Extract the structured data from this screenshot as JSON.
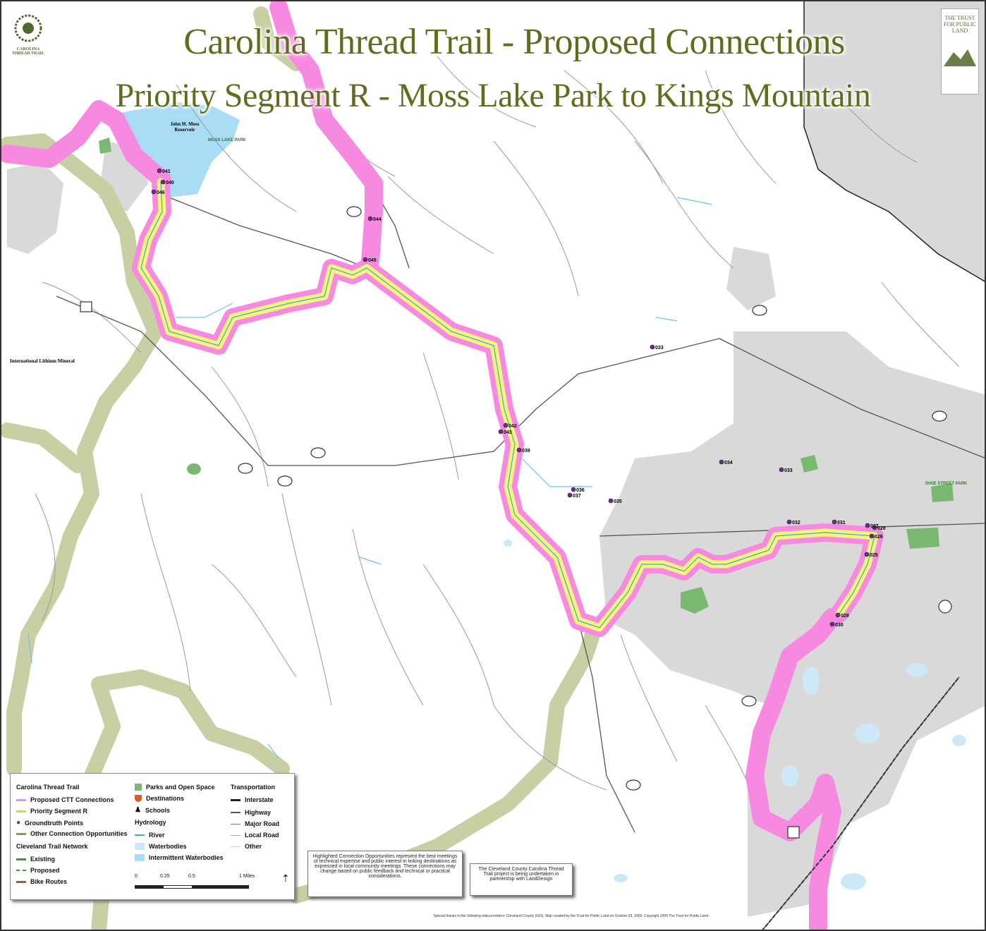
{
  "title_line1": "Carolina Thread Trail - Proposed Connections",
  "title_line2": "Priority Segment R - Moss Lake Park to Kings Mountain",
  "labels": {
    "reservoir": "John H. Moss Reservoir",
    "moss_lake_park": "MOSS LAKE PARK",
    "mineral": "International Lithium Mineral",
    "park_east": "DIXIE STREET PARK"
  },
  "groundtruth_points": [
    "041",
    "040",
    "046",
    "044",
    "045",
    "033",
    "042",
    "043",
    "039",
    "036",
    "037",
    "035",
    "034",
    "033",
    "032",
    "031",
    "027",
    "028",
    "026",
    "025",
    "029",
    "030"
  ],
  "legend": {
    "ctt_heading": "Carolina Thread Trail",
    "ctt_items": [
      "Proposed CTT Connections",
      "Priority Segment R",
      "Groundtruth Points",
      "Other Connection Opportunities"
    ],
    "ctn_heading": "Cleveland Trail Network",
    "ctn_items": [
      "Existing",
      "Proposed",
      "Bike Routes"
    ],
    "parks_items": [
      "Parks and Open Space",
      "Destinations",
      "Schools"
    ],
    "hydro_heading": "Hydrology",
    "hydro_items": [
      "River",
      "Waterbodies",
      "Intermittent Waterbodies"
    ],
    "trans_heading": "Transportation",
    "trans_items": [
      "Interstate",
      "Highway",
      "Major Road",
      "Local Road",
      "Other"
    ],
    "scale": [
      "0",
      "0.25",
      "0.5",
      "1 Miles"
    ]
  },
  "notes": {
    "note1": "Highlighted Connection Opportunities represent the best meetings of technical expertise and public interest in linking destinations as expressed in local community meetings. These connections may change based on public feedback and technical or practical considerations.",
    "note2": "The Cleveland County Carolina Thread Trail project is being undertaken in partnership with LandDesign"
  },
  "credits": "Special thanks to the following data providers: Cleveland County (GIS). Map created by the Trust for Public Land on October 26, 2009. Copyright 2009 The Trust for Public Land.",
  "logo_right": "THE TRUST FOR PUBLIC LAND",
  "logo_left": "CAROLINA THREAD TRAIL",
  "colors": {
    "trail_pink": "#f78ae0",
    "trail_yellow": "#f5f57a",
    "other_conn": "#c9cfa4",
    "urban": "#d8d8d8",
    "water": "#a9dcf5",
    "park": "#7ab872"
  }
}
